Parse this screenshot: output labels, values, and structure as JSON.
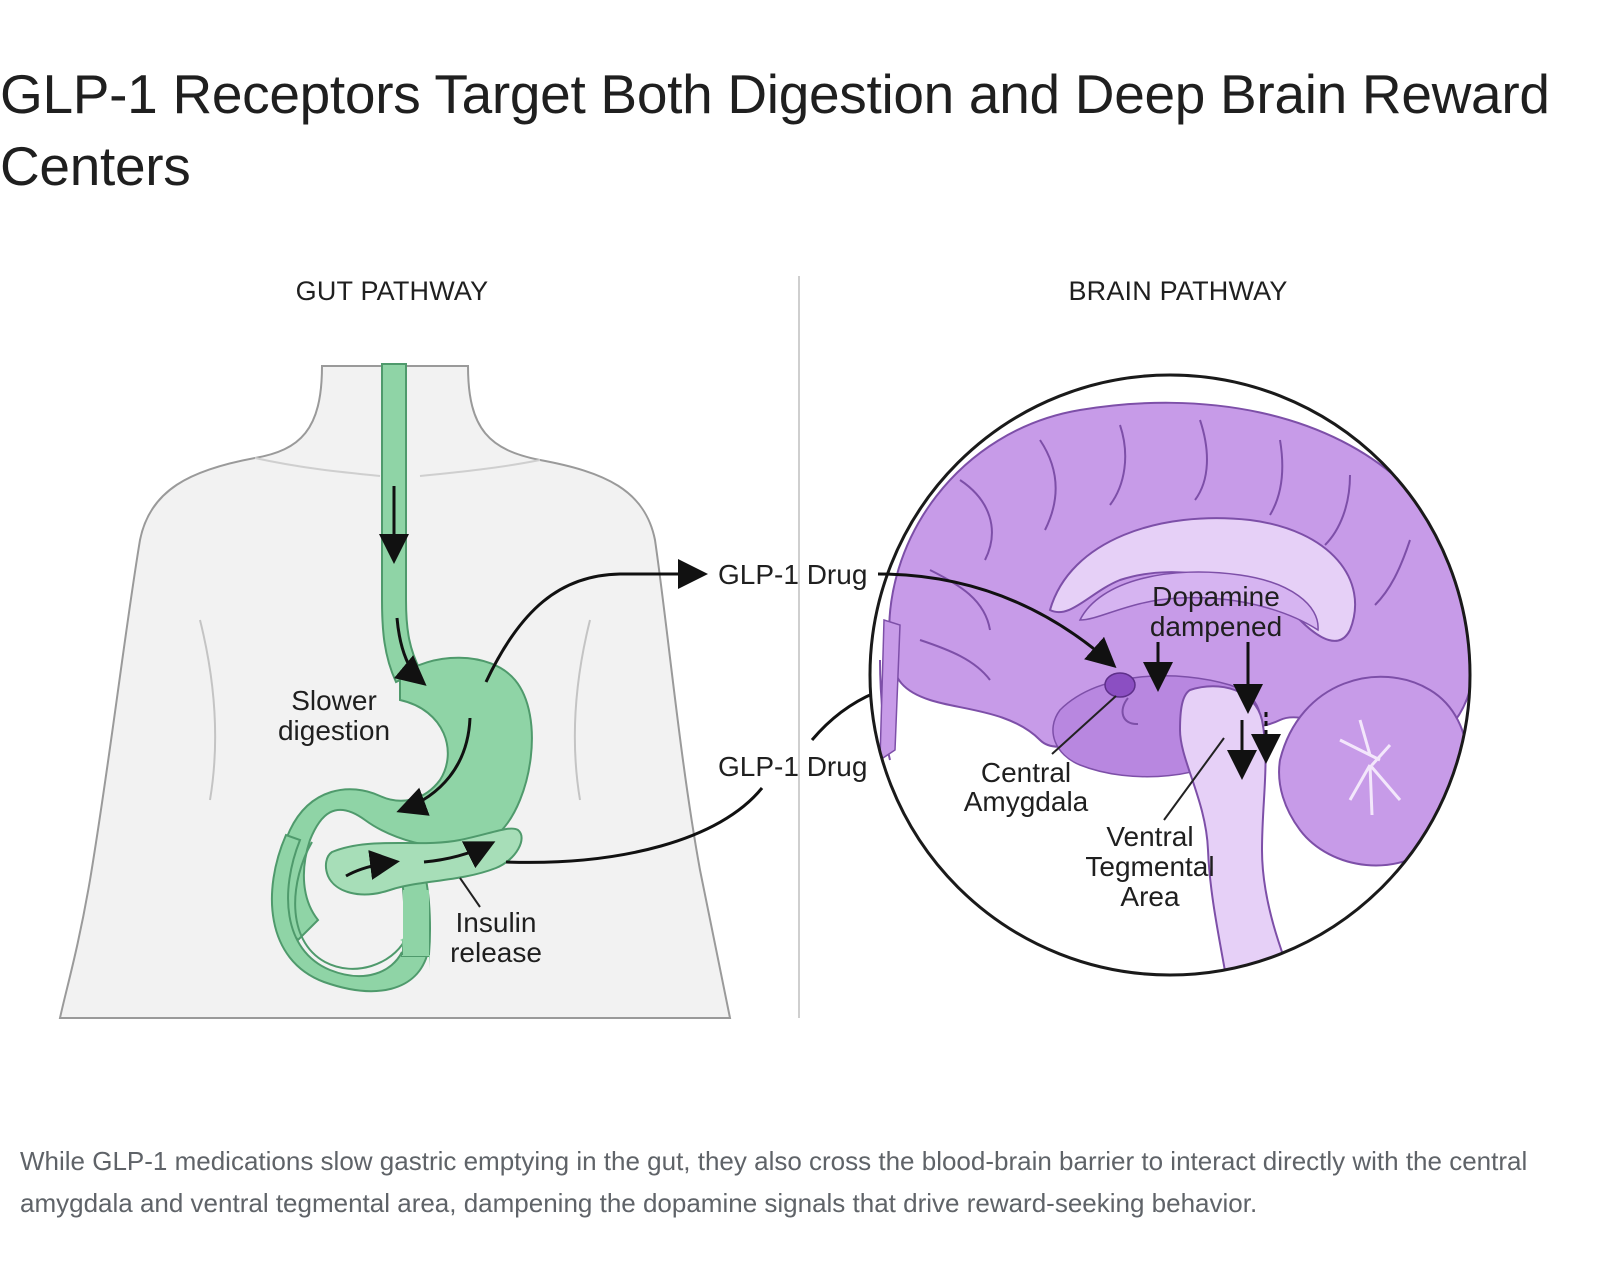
{
  "title": "GLP-1 Receptors Target Both Digestion and Deep Brain Reward Centers",
  "diagram": {
    "gut_header": "GUT PATHWAY",
    "brain_header": "BRAIN PATHWAY",
    "slower_digestion": [
      "Slower",
      "digestion"
    ],
    "insulin_release": [
      "Insulin",
      "release"
    ],
    "drug_label_top": "GLP-1 Drug",
    "drug_label_bottom": "GLP-1 Drug",
    "dopamine_dampened": [
      "Dopamine",
      "dampened"
    ],
    "central_amygdala": [
      "Central",
      "Amygdala"
    ],
    "ventral_tegmental_area": [
      "Ventral",
      "Tegmental",
      "Area"
    ],
    "colors": {
      "gut": "#8fd4a6",
      "gut_outline": "#4f9a6c",
      "brain": "#c79be8",
      "brain_light": "#e6d0f7",
      "brain_outline": "#7d4fa8",
      "body_fill": "#f2f2f2",
      "body_outline": "#9a9a9a"
    }
  },
  "caption": "While GLP-1 medications slow gastric emptying in the gut, they also cross the blood-brain barrier to interact directly with the central amygdala and ventral tegmental area, dampening the dopamine signals that drive reward-seeking behavior."
}
